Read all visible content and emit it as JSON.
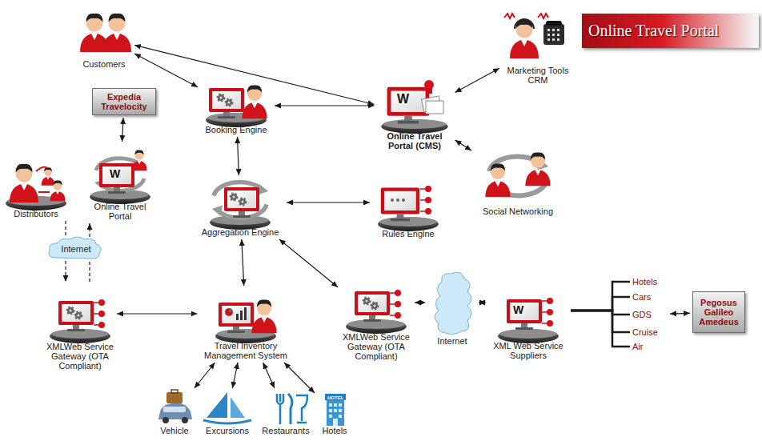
{
  "diagram": {
    "title": "Online Travel Portal",
    "nodes": [
      {
        "text": [
          "Customers"
        ]
      },
      {
        "text": [
          "Marketing Tools CRM"
        ]
      },
      {
        "text": [
          "Booking Engine"
        ]
      },
      {
        "text": [
          "Online Travel Portal (CMS)"
        ]
      },
      {
        "text": [
          "Expedia Travelocity"
        ]
      },
      {
        "text": [
          "Online Travel Portal"
        ]
      },
      {
        "text": [
          "Distributors"
        ]
      },
      {
        "text": [
          "Aggregation Engine"
        ]
      },
      {
        "text": [
          "Rules Engine"
        ]
      },
      {
        "text": [
          "Social Networking"
        ]
      },
      {
        "text": [
          "Internet"
        ]
      },
      {
        "text": [
          "XMLWeb Service Gateway (OTA Compliant)"
        ]
      },
      {
        "text": [
          "Travel Inventory Management System"
        ]
      },
      {
        "text": [
          "XMLWeb Service Gateway (OTA Compliant)"
        ]
      },
      {
        "text": [
          "Internet"
        ]
      },
      {
        "text": [
          "XML Web Service Suppliers"
        ]
      },
      {
        "text": [
          "Hotels"
        ]
      },
      {
        "text": [
          "Cars"
        ]
      },
      {
        "text": [
          "GDS"
        ]
      },
      {
        "text": [
          "Cruise"
        ]
      },
      {
        "text": [
          "Air"
        ]
      },
      {
        "text": [
          "Pegosus Galileo Amedeus"
        ]
      },
      {
        "text": [
          "Vehicle"
        ]
      },
      {
        "text": [
          "Excursions"
        ]
      },
      {
        "text": [
          "Restaurants"
        ]
      },
      {
        "text": [
          "Hotels"
        ]
      }
    ],
    "edges": [
      {
        "from": 0,
        "to": 2,
        "arrow": "both"
      },
      {
        "from": 0,
        "to": 3,
        "arrow": "both"
      },
      {
        "from": 2,
        "to": 3,
        "arrow": "both"
      },
      {
        "from": 1,
        "to": 3,
        "arrow": "both"
      },
      {
        "from": 3,
        "to": 9,
        "arrow": "both"
      },
      {
        "from": 4,
        "to": 5,
        "arrow": "both"
      },
      {
        "from": 2,
        "to": 7,
        "arrow": "both"
      },
      {
        "from": 7,
        "to": 8,
        "arrow": "both"
      },
      {
        "from": 7,
        "to": 12,
        "arrow": "both"
      },
      {
        "from": 7,
        "to": 13,
        "arrow": "both"
      },
      {
        "from": 6,
        "to": 10,
        "arrow": "none"
      },
      {
        "from": 10,
        "to": 11,
        "arrow": "to"
      },
      {
        "from": 11,
        "to": 10,
        "arrow": "none"
      },
      {
        "from": 10,
        "to": 5,
        "arrow": "to"
      },
      {
        "from": 11,
        "to": 12,
        "arrow": "both"
      },
      {
        "from": 13,
        "to": 14,
        "arrow": "both"
      },
      {
        "from": 14,
        "to": 15,
        "arrow": "both"
      },
      {
        "from": 15,
        "to": 16,
        "arrow": "none"
      },
      {
        "from": 15,
        "to": 17,
        "arrow": "none"
      },
      {
        "from": 15,
        "to": 18,
        "arrow": "none"
      },
      {
        "from": 15,
        "to": 19,
        "arrow": "none"
      },
      {
        "from": 15,
        "to": 20,
        "arrow": "none"
      },
      {
        "from": 18,
        "to": 21,
        "arrow": "both"
      },
      {
        "from": 12,
        "to": 22,
        "arrow": "both"
      },
      {
        "from": 12,
        "to": 23,
        "arrow": "both"
      },
      {
        "from": 12,
        "to": 24,
        "arrow": "both"
      },
      {
        "from": 12,
        "to": 25,
        "arrow": "both"
      }
    ],
    "labels": [
      "W",
      "W",
      "W",
      "HOTEL"
    ]
  }
}
